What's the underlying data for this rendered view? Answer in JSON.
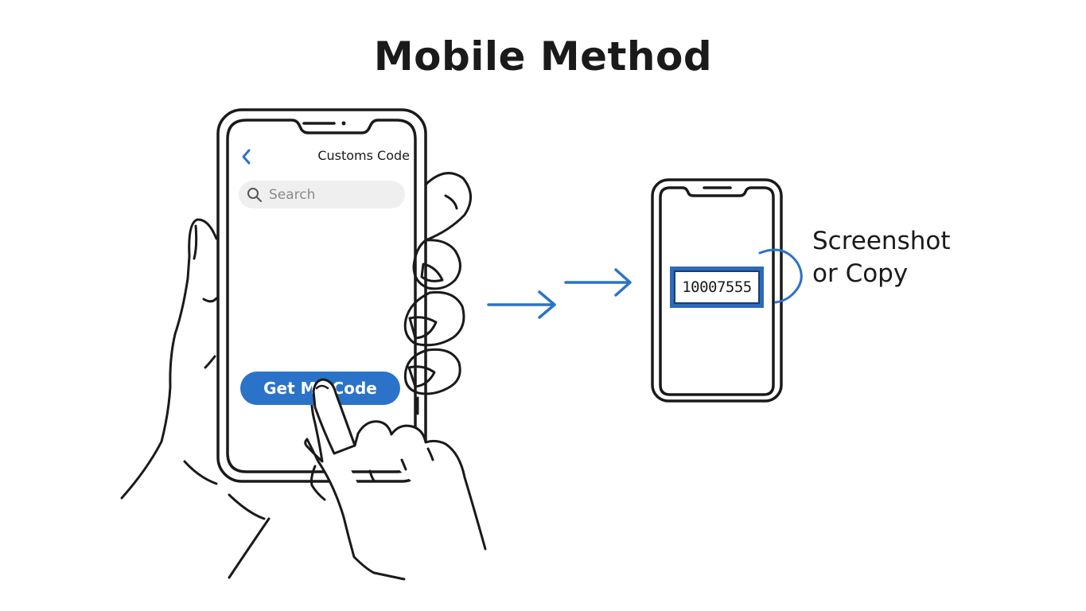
{
  "title": "Mobile Method",
  "phone_app": {
    "header_title": "Customs Code",
    "back_icon": "chevron-left-icon",
    "search": {
      "icon": "search-icon",
      "placeholder": "Search"
    },
    "button_label": "Get My Code"
  },
  "result_phone": {
    "code": "10007555"
  },
  "caption": {
    "line1": "Screenshot",
    "line2": "or Copy"
  },
  "colors": {
    "accent": "#2a73c9",
    "outline": "#1a1a1a",
    "search_bg": "#efefef"
  }
}
